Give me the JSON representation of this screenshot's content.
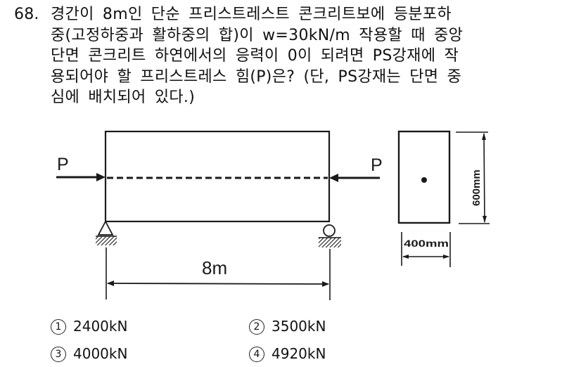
{
  "question": {
    "number": "68.",
    "lines": [
      "경간이 8m인 단순 프리스트레스트 콘크리트보에 등분포하",
      "중(고정하중과 활하중의 합)이 w=30kN/m 작용할 때 중앙",
      "단면 콘크리트 하연에서의 응력이 0이 되려면 PS강재에 작",
      "용되어야 할 프리스트레스 힘(P)은? (단, PS강재는 단면 중",
      "심에 배치되어 있다.)"
    ]
  },
  "figure": {
    "beam": {
      "left_force_label": "P",
      "right_force_label": "P",
      "span_label": "8m",
      "left_support": "pin-support",
      "right_support": "roller-support",
      "tendon": "dashed-centroid-line"
    },
    "section": {
      "height_label": "600mm",
      "width_label": "400mm",
      "tendon_marker": "center-dot"
    },
    "colors": {
      "line": "#1a1a1a",
      "background": "#ffffff"
    }
  },
  "options": [
    {
      "mark": "1",
      "value": "2400kN"
    },
    {
      "mark": "2",
      "value": "3500kN"
    },
    {
      "mark": "3",
      "value": "4000kN"
    },
    {
      "mark": "4",
      "value": "4920kN"
    }
  ]
}
